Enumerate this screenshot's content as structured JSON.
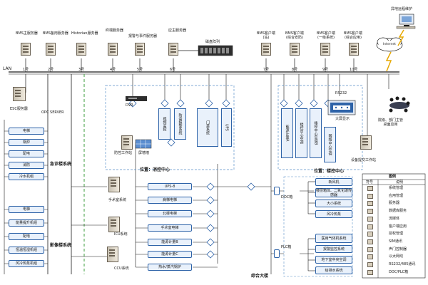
{
  "top": {
    "servers": [
      {
        "label": "BMS主服务器",
        "num": "1号"
      },
      {
        "label": "BMS备用服务器",
        "num": "2号"
      },
      {
        "label": "Historian服务器",
        "num": "3号"
      },
      {
        "label": "终端服务器",
        "num": "4号"
      },
      {
        "label": "报警与事件服务器",
        "num": "5号"
      },
      {
        "label": "应主服务器",
        "num": "6号"
      }
    ],
    "storage_label": "磁盘阵列",
    "clients": [
      {
        "label": "BMS客户端\n(站)",
        "num": "7号"
      },
      {
        "label": "BMS客户端\n(综合安防)",
        "num": "8号"
      },
      {
        "label": "BMS客户端\n(一级系统)",
        "num": "9号"
      },
      {
        "label": "BMS客户端\n(综合应用)",
        "num": "10号"
      }
    ],
    "remote_label": "异地远程维护",
    "internet_label": "Internet",
    "lan_label": "LAN"
  },
  "left": {
    "esc_label": "ESC服务器",
    "opc_label": "OPC SERVER",
    "group1_items": [
      "电梯",
      "锅炉",
      "配电",
      "消防",
      "冷水机组"
    ],
    "group1_title": "急诊楼系统",
    "group2_items": [
      "电梯",
      "能量提升机组",
      "配电",
      "恒温恒湿机组",
      "风冷热泵机组"
    ],
    "group2_title": "影像楼系统"
  },
  "center": {
    "dvr_label": "DVR",
    "video_label": "防控工作站",
    "wall_label": "屏墙墙",
    "sys_boxes": [
      "视频监控",
      "防盗报警系统",
      "门禁系统",
      "UPS"
    ],
    "location_label": "位置：消控中心",
    "mech_stations": [
      {
        "label": "手术室系统"
      },
      {
        "label": "ICU系统"
      },
      {
        "label": "CCU系统"
      }
    ],
    "sub_list": [
      "UPS-8",
      "病梯电梯",
      "北楼电梯",
      "手术室电梯",
      "能源计量B",
      "能源计量C",
      "热水/蒸汽锅炉"
    ]
  },
  "right": {
    "sys_boxes": [
      "能源计量A",
      "楼控中心空调",
      "楼控中心空调B",
      "网络中心空调"
    ],
    "rs232_label": "RS232",
    "screen_label": "大屏显示",
    "location_label": "位置：楼控中心",
    "workstation_label": "设备提交工作站",
    "doc_label": "DOC箱",
    "doc_items": [
      "新风机",
      "楼层箱体、二氧化碳传感器",
      "大小系统",
      "风冷热泵"
    ],
    "plc_label": "PLC箱",
    "plc_items": [
      "医用气体机系统",
      "报警监控系统",
      "地下室中央空调",
      "给排水系统"
    ],
    "building_label": "综合大楼",
    "leader_label": "院级、部门主管\n桌面应用"
  },
  "legend": {
    "title": "图例",
    "headers": [
      "符号",
      "说明"
    ],
    "rows": [
      {
        "icon": "server-icon",
        "text": "系统管理"
      },
      {
        "icon": "server-icon",
        "text": "应用管理"
      },
      {
        "icon": "server-icon",
        "text": "服务器"
      },
      {
        "icon": "db-icon",
        "text": "数据库服务"
      },
      {
        "icon": "router-icon",
        "text": "流媒体"
      },
      {
        "icon": "monitor-icon",
        "text": "客户端应用"
      },
      {
        "icon": "lock-icon",
        "text": "授权管理"
      },
      {
        "icon": "gear-icon",
        "text": "SIM通讯"
      },
      {
        "icon": "sound-icon",
        "text": "声门控制器"
      },
      {
        "icon": "ethernet-icon",
        "text": "以太网线"
      },
      {
        "icon": "line-icon",
        "text": "RS232/485通讯"
      },
      {
        "icon": "box-icon",
        "text": "DDC/PLC箱"
      }
    ]
  },
  "colors": {
    "accent": "#2e63a8",
    "panel_fill": "#e9f1fb",
    "green_dash": "#3e9c3e",
    "server_fill": "#e6dfcf"
  }
}
